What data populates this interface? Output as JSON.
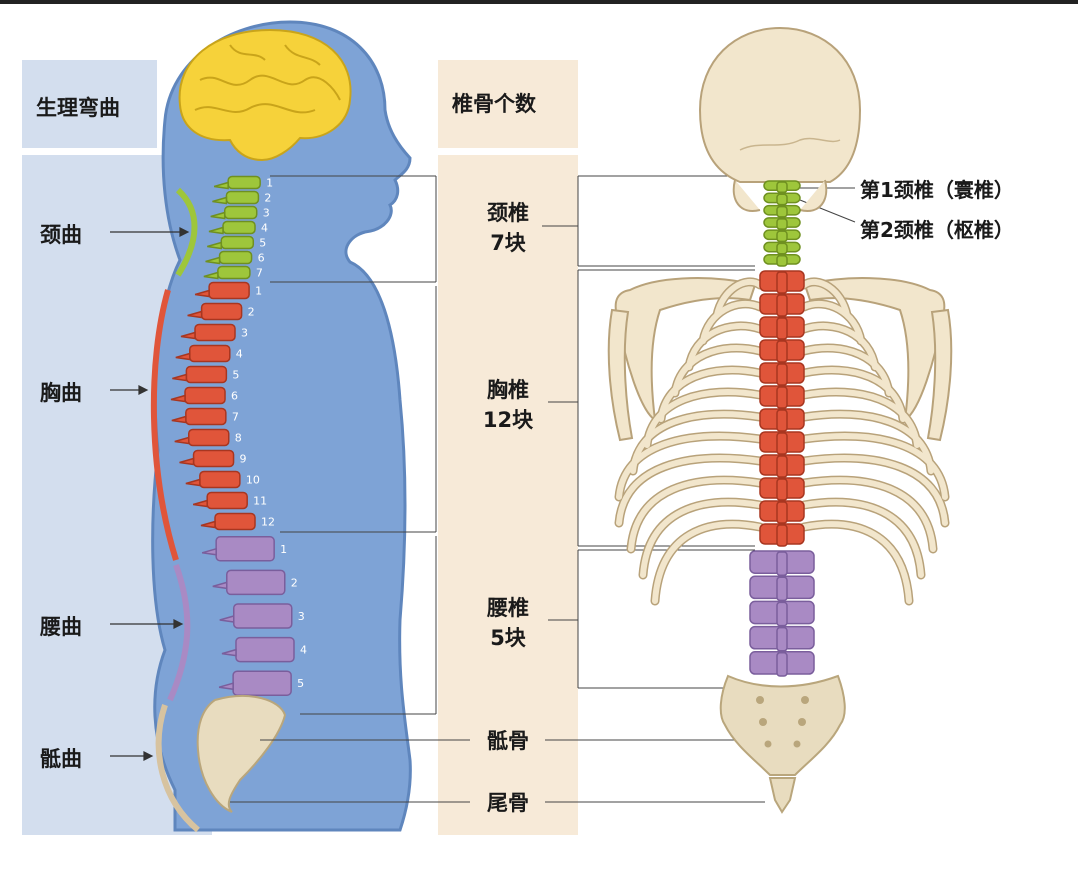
{
  "colors": {
    "panel_blue": "#d3deee",
    "panel_beige": "#f7ead8",
    "body_blue": "#7ea3d6",
    "brain": "#f6d23a",
    "cervical": "#9ec63b",
    "thoracic": "#e0553a",
    "lumbar": "#a98ac4",
    "sacral": "#e8dcbf",
    "bone": "#f2e6cc"
  },
  "left_panel": {
    "header": "生理弯曲",
    "curves": [
      {
        "id": "cervical",
        "label": "颈曲"
      },
      {
        "id": "thoracic",
        "label": "胸曲"
      },
      {
        "id": "lumbar",
        "label": "腰曲"
      },
      {
        "id": "sacral",
        "label": "骶曲"
      }
    ]
  },
  "middle_panel": {
    "header": "椎骨个数",
    "groups": [
      {
        "id": "cervical",
        "name": "颈椎",
        "count": "7块"
      },
      {
        "id": "thoracic",
        "name": "胸椎",
        "count": "12块"
      },
      {
        "id": "lumbar",
        "name": "腰椎",
        "count": "5块"
      },
      {
        "id": "sacrum",
        "name": "骶骨",
        "count": ""
      },
      {
        "id": "coccyx",
        "name": "尾骨",
        "count": ""
      }
    ]
  },
  "right_labels": {
    "atlas": "第1颈椎（寰椎）",
    "axis": "第2颈椎（枢椎）"
  },
  "vertebra_numbers": {
    "cervical": [
      "1",
      "2",
      "3",
      "4",
      "5",
      "6",
      "7"
    ],
    "thoracic": [
      "1",
      "2",
      "3",
      "4",
      "5",
      "6",
      "7",
      "8",
      "9",
      "10",
      "11",
      "12"
    ],
    "lumbar": [
      "1",
      "2",
      "3",
      "4",
      "5"
    ]
  }
}
